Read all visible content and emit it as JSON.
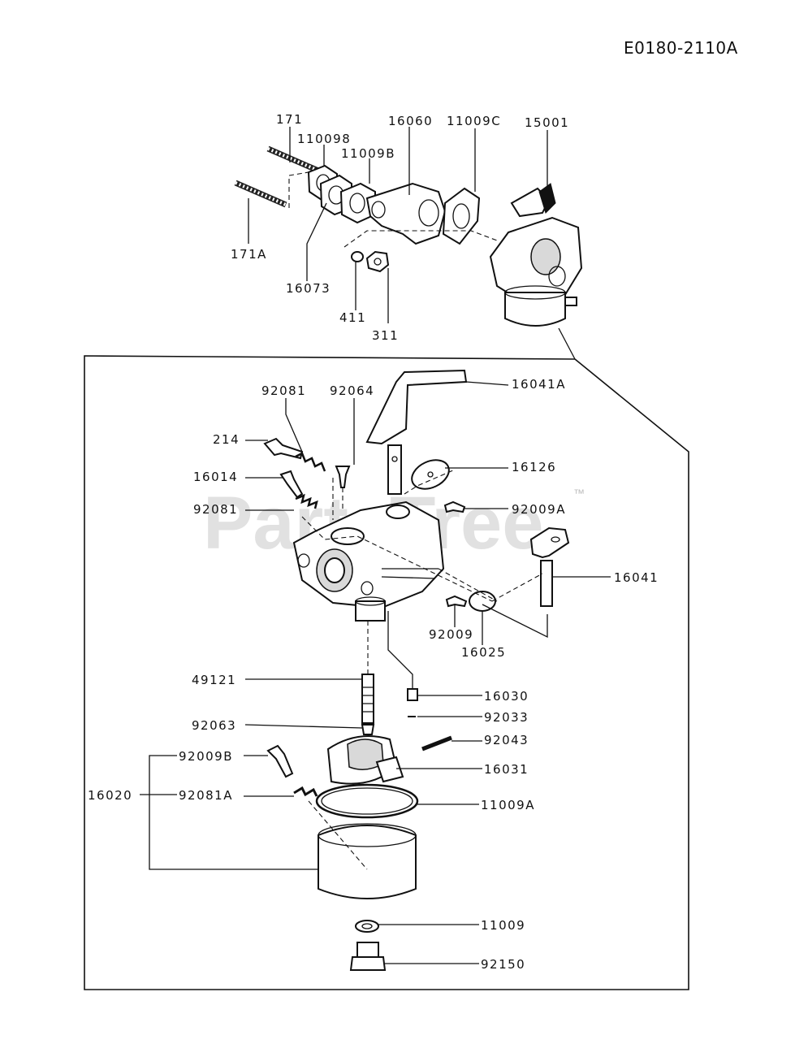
{
  "document_id": "E0180-2110A",
  "watermark": {
    "text": "PartsTree",
    "trademark": "™"
  },
  "parts": {
    "p171": "171",
    "p110098": "110098",
    "p11009B": "11009B",
    "p16060": "16060",
    "p11009C": "11009C",
    "p15001": "15001",
    "p171A": "171A",
    "p16073": "16073",
    "p411": "411",
    "p311": "311",
    "p92081": "92081",
    "p92064": "92064",
    "p16041A": "16041A",
    "p214": "214",
    "p16014": "16014",
    "p16126": "16126",
    "p92081b": "92081",
    "p92009A": "92009A",
    "p16041": "16041",
    "p92009": "92009",
    "p16025": "16025",
    "p49121": "49121",
    "p16030": "16030",
    "p92063": "92063",
    "p92033": "92033",
    "p92043": "92043",
    "p92009B": "92009B",
    "p16031": "16031",
    "p16020": "16020",
    "p92081A": "92081A",
    "p11009A": "11009A",
    "p11009": "11009",
    "p92150": "92150"
  }
}
